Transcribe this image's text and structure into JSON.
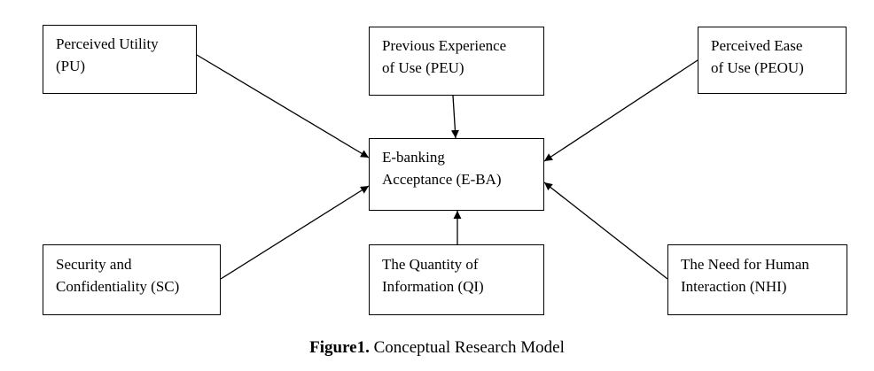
{
  "nodes": {
    "pu": {
      "line1": "Perceived Utility",
      "line2": "(PU)"
    },
    "peu": {
      "line1": "Previous Experience",
      "line2": "of Use (PEU)"
    },
    "peou": {
      "line1": "Perceived Ease",
      "line2": "of Use (PEOU)"
    },
    "eba": {
      "line1": "E-banking",
      "line2": "Acceptance (E-BA)"
    },
    "sc": {
      "line1": "Security and",
      "line2": "Confidentiality (SC)"
    },
    "qi": {
      "line1": "The Quantity of",
      "line2": "Information (QI)"
    },
    "nhi": {
      "line1": "The Need for Human",
      "line2": "Interaction (NHI)"
    }
  },
  "edges": [
    {
      "from": "pu",
      "to": "eba"
    },
    {
      "from": "peu",
      "to": "eba"
    },
    {
      "from": "peou",
      "to": "eba"
    },
    {
      "from": "sc",
      "to": "eba"
    },
    {
      "from": "qi",
      "to": "eba"
    },
    {
      "from": "nhi",
      "to": "eba"
    }
  ],
  "caption": {
    "label": "Figure1.",
    "text": " Conceptual Research Model"
  }
}
